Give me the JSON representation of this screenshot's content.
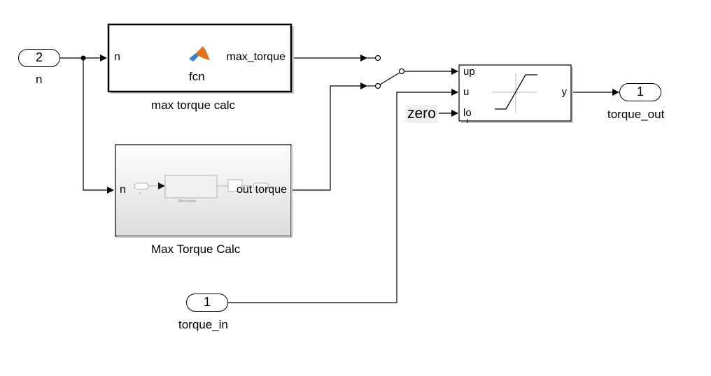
{
  "inports": {
    "n": {
      "number": "2",
      "name": "n"
    },
    "torque_in": {
      "number": "1",
      "name": "torque_in"
    }
  },
  "outports": {
    "torque_out": {
      "number": "1",
      "name": "torque_out"
    }
  },
  "blocks": {
    "max_torque_calc": {
      "name": "max torque calc",
      "input_port": "n",
      "output_port": "max_torque",
      "function": "fcn"
    },
    "max_torque_subsystem": {
      "name": "Max Torque Calc",
      "input_port": "n",
      "output_port": "out torque",
      "preview": {
        "inport_label": "n",
        "inner_block_label": "Max torque"
      }
    },
    "saturation": {
      "ports_in": [
        "up",
        "u",
        "lo"
      ],
      "port_out": "y"
    },
    "constant": {
      "value": "zero"
    }
  },
  "colors": {
    "line": "#000000",
    "matlab_logo_orange": "#e2711d",
    "matlab_logo_blue": "#3b7fc4",
    "subsystem_gradient_end": "#dcdcdc"
  }
}
